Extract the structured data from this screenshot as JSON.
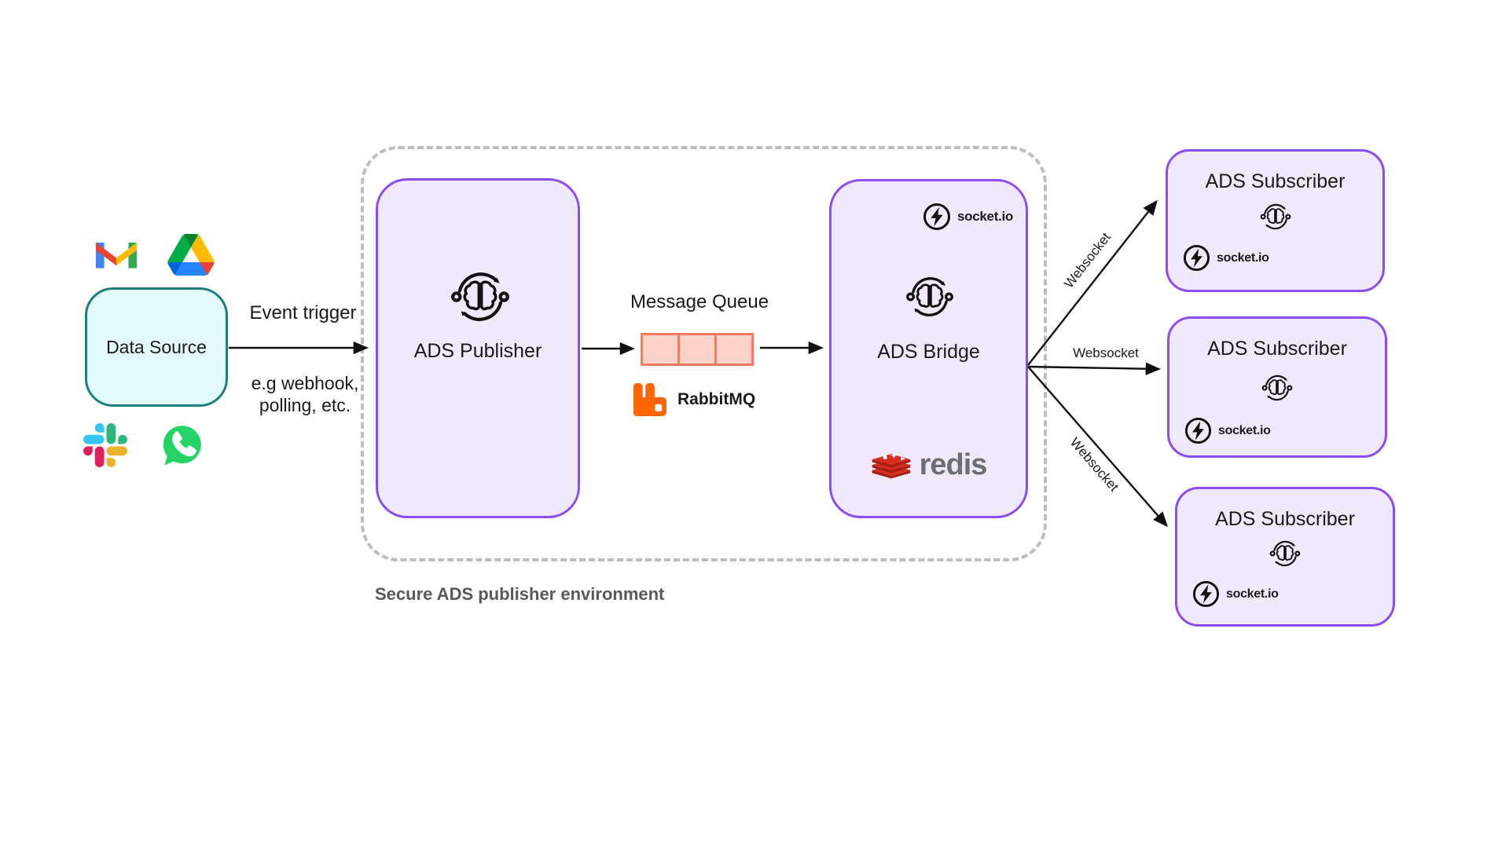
{
  "data_source": {
    "label": "Data Source"
  },
  "source_icons": [
    "gmail-icon",
    "google-drive-icon",
    "slack-icon",
    "whatsapp-icon"
  ],
  "trigger": {
    "label": "Event trigger",
    "note_line1": "e.g webhook,",
    "note_line2": "polling, etc."
  },
  "environment": {
    "caption": "Secure ADS publisher environment"
  },
  "publisher": {
    "label": "ADS Publisher"
  },
  "queue": {
    "title": "Message Queue",
    "tech_label": "RabbitMQ",
    "block_count": 3
  },
  "bridge": {
    "label": "ADS Bridge",
    "socketio_label": "socket.io",
    "redis_label": "redis"
  },
  "links": {
    "websocket_top": "Websocket",
    "websocket_mid": "Websocket",
    "websocket_bottom": "Websocket"
  },
  "subscribers": [
    {
      "label": "ADS Subscriber",
      "socketio_label": "socket.io"
    },
    {
      "label": "ADS Subscriber",
      "socketio_label": "socket.io"
    },
    {
      "label": "ADS Subscriber",
      "socketio_label": "socket.io"
    }
  ],
  "colors": {
    "purple_border": "#8A4DF0",
    "purple_fill": "#F0E9FC",
    "teal_border": "#1F7E7B",
    "teal_fill": "#E2FAFB",
    "queue_border": "#F87B5E",
    "queue_fill": "#FCD3C6",
    "rabbitmq_orange": "#FF6600",
    "redis_red": "#D82C20",
    "redis_dark_red": "#A41E11",
    "redis_text_gray": "#6D6E71",
    "whatsapp_green": "#25D366",
    "dash_gray": "#BDBDBD",
    "caption_gray": "#595959"
  }
}
